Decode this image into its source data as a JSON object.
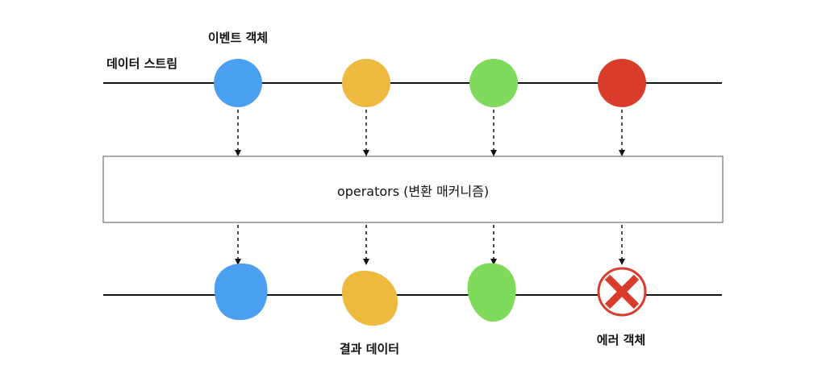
{
  "labels": {
    "event_object": "이벤트 객체",
    "data_stream": "데이터 스트림",
    "operators": "operators (변환 매커니즘)",
    "result_data": "결과 데이터",
    "error_object": "에러 객체"
  },
  "input_events": [
    {
      "color": "#4A9FF1",
      "kind": "event"
    },
    {
      "color": "#EDB93F",
      "kind": "event"
    },
    {
      "color": "#7FD95B",
      "kind": "event"
    },
    {
      "color": "#D93C2A",
      "kind": "event"
    }
  ],
  "output_events": [
    {
      "color": "#4A9FF1",
      "kind": "result"
    },
    {
      "color": "#EDB93F",
      "kind": "result"
    },
    {
      "color": "#7FD95B",
      "kind": "result"
    },
    {
      "color": "#D93C2A",
      "kind": "error",
      "icon": "error-x-icon"
    }
  ],
  "colors": {
    "line": "#111111",
    "box_border": "#555555",
    "error_ring": "#D93C2A",
    "error_ring_fill": "#FFFFFF"
  }
}
